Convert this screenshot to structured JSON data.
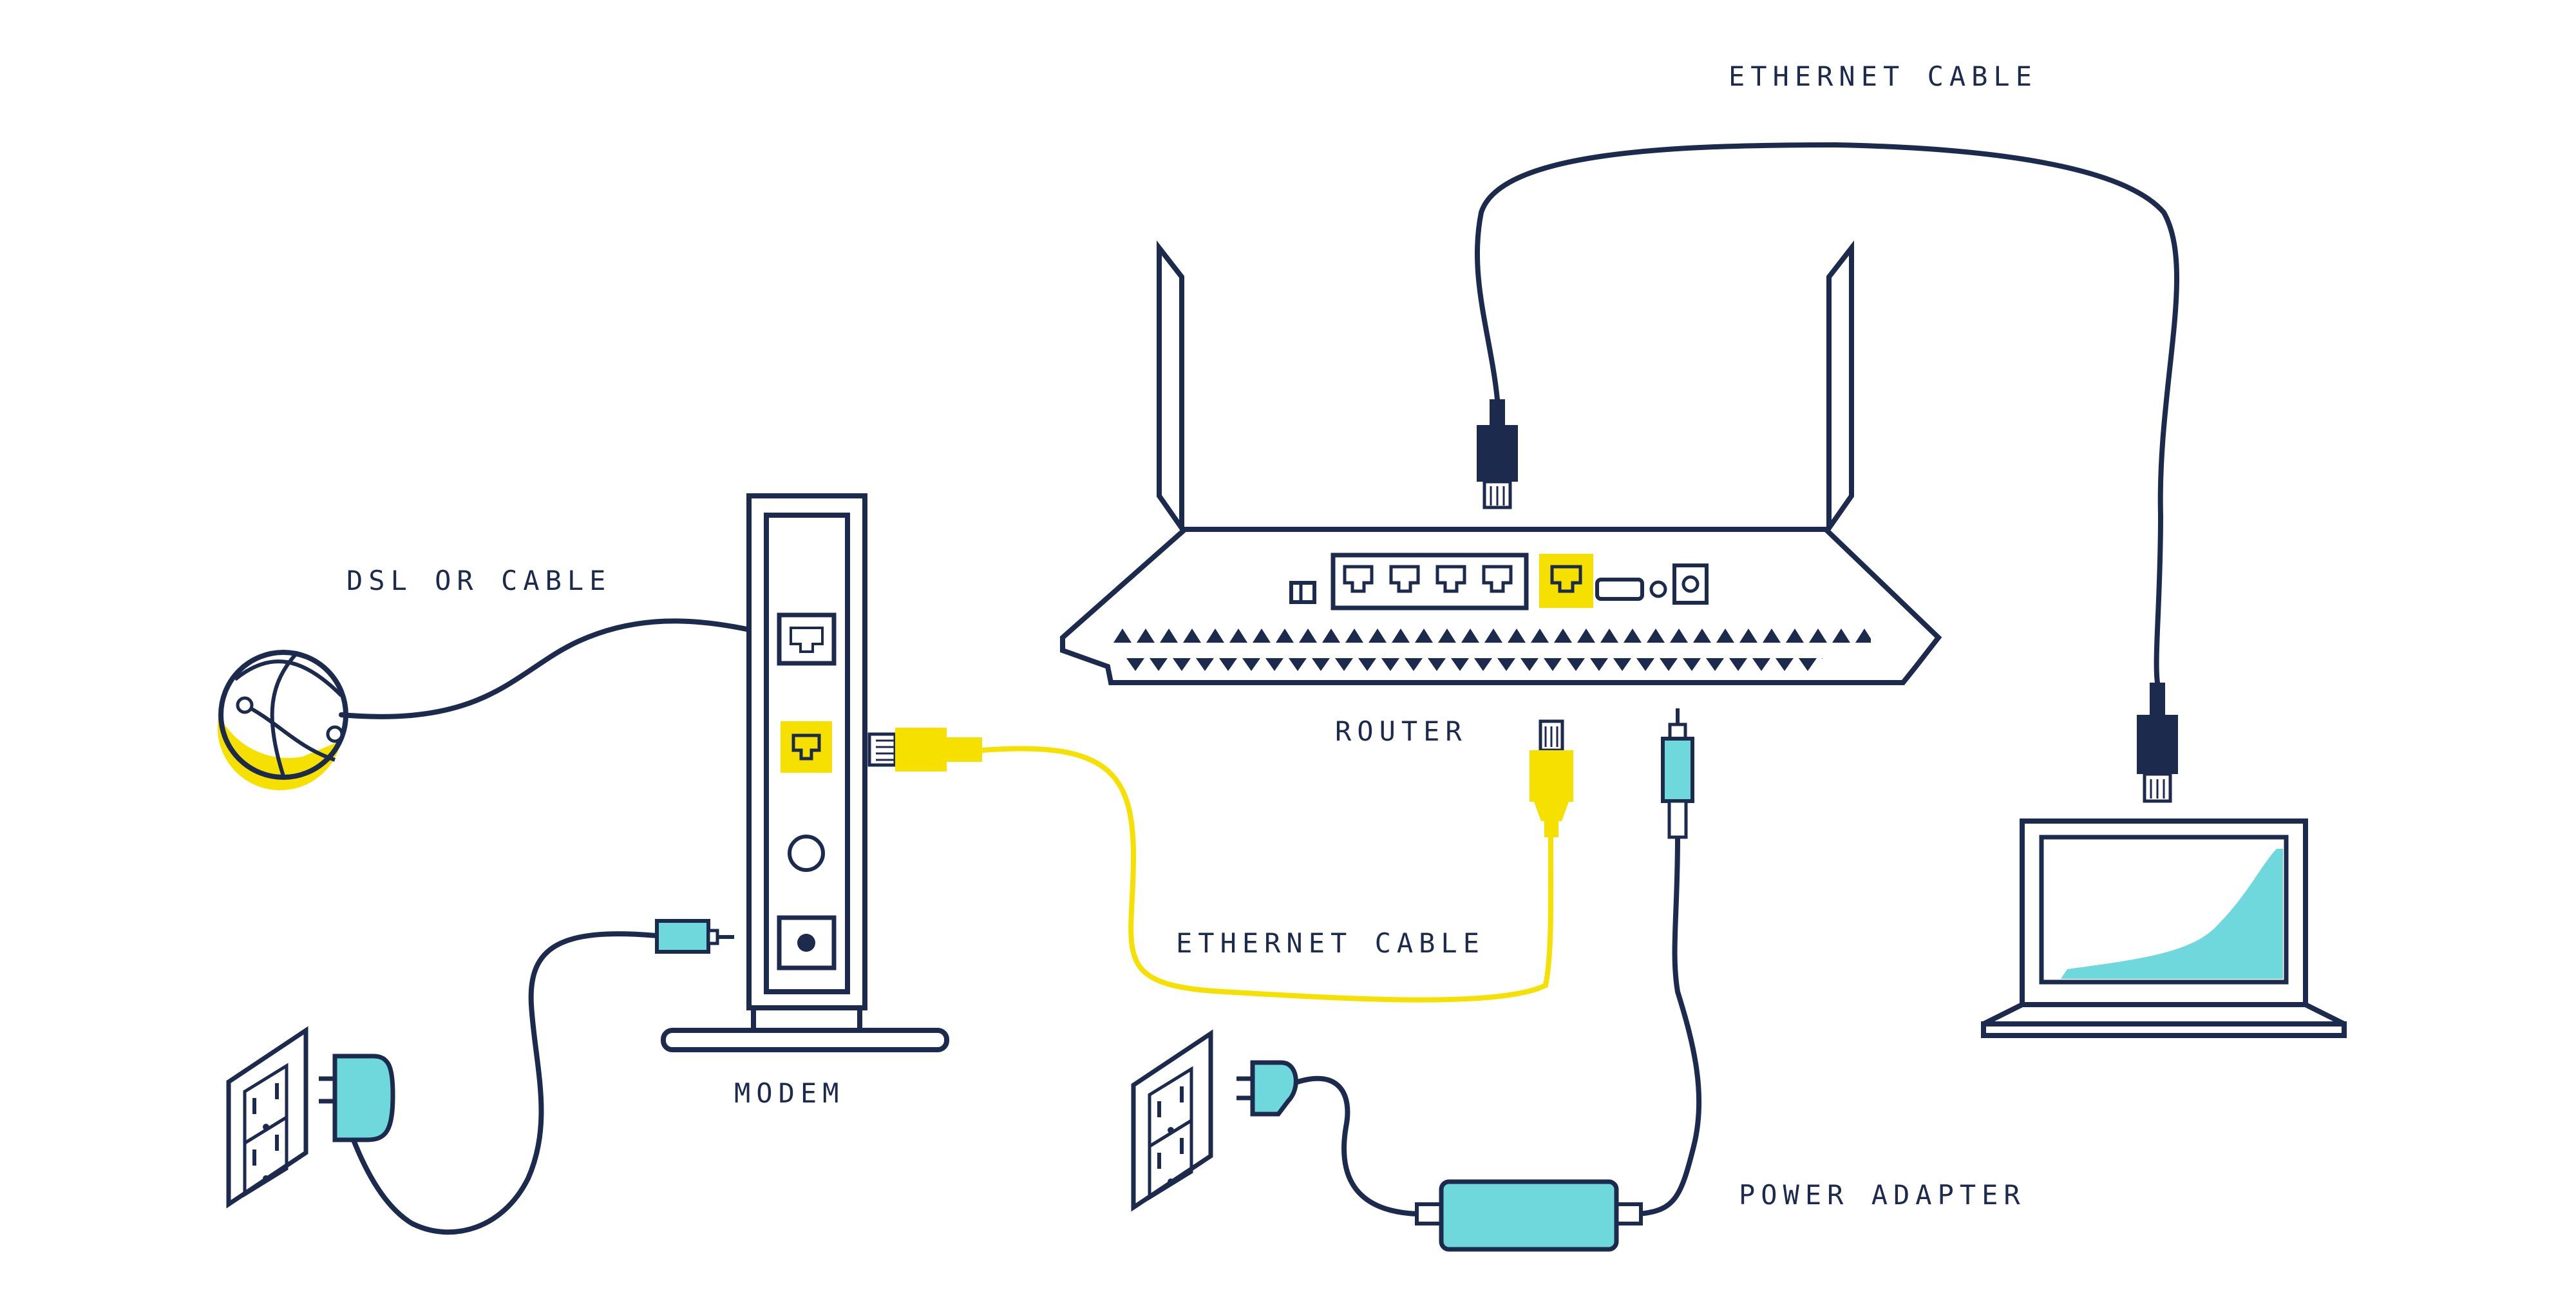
{
  "labels": {
    "dsl_or_cable": "DSL OR CABLE",
    "modem": "MODEM",
    "router": "ROUTER",
    "ethernet_cable_top": "ETHERNET CABLE",
    "ethernet_cable_bottom": "ETHERNET CABLE",
    "power_adapter": "POWER ADAPTER"
  },
  "colors": {
    "outline": "#1c2a4d",
    "ethernet_yellow": "#f5e000",
    "power_teal": "#6fd8dd",
    "background": "#ffffff"
  },
  "icons": [
    "globe-icon",
    "modem-icon",
    "router-icon",
    "laptop-icon",
    "wall-outlet-icon",
    "power-plug-icon",
    "ethernet-plug-icon",
    "power-adapter-icon"
  ]
}
